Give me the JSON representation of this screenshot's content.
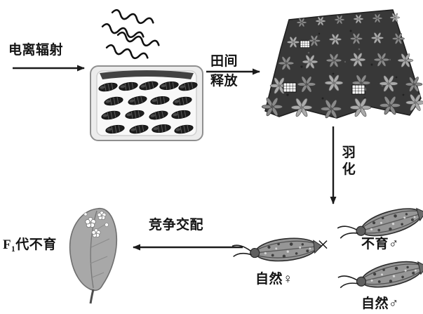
{
  "diagram": {
    "labels": {
      "ionizing_radiation": "电离辐射",
      "field_release_line1": "田间",
      "field_release_line2": "释放",
      "eclosion": "羽化",
      "competitive_mating": "竞争交配",
      "cross": "×",
      "natural_female": "自然♀",
      "sterile_male": "不育♂",
      "natural_male": "自然♂",
      "f1_sterile": "F₁代不育"
    },
    "colors": {
      "ink": "#1b1b1b",
      "soil": "#383838",
      "plant": "#8a8a8a",
      "pupa": "#1d1d1d",
      "moth": "#969696",
      "leaf": "#a8a8a8",
      "background": "#ffffff"
    }
  }
}
